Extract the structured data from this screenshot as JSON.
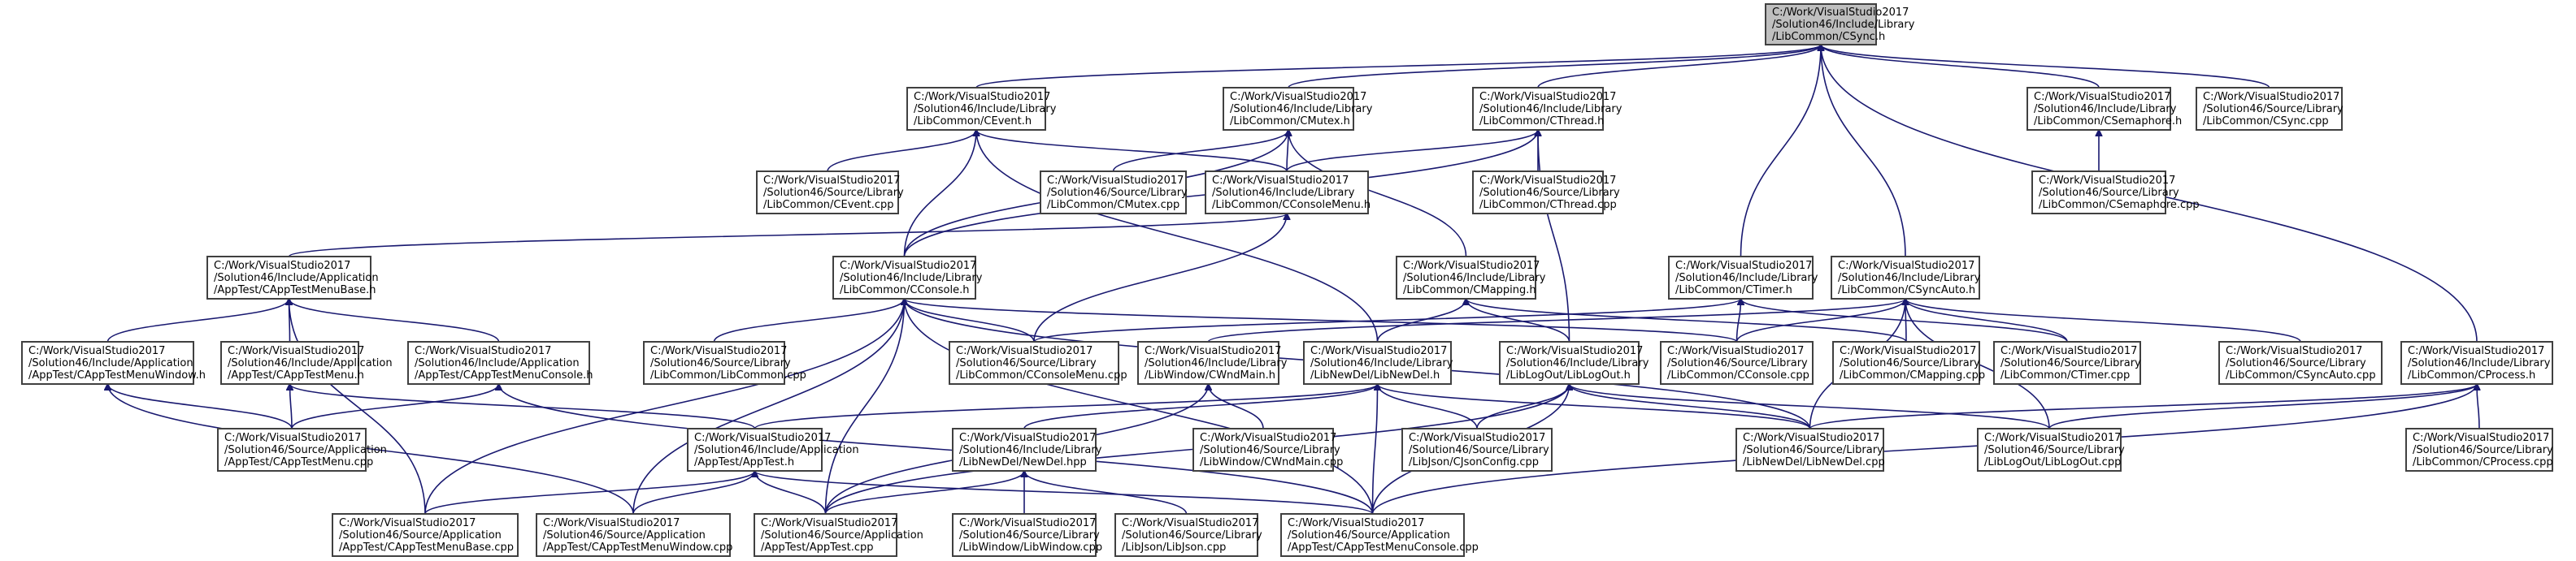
{
  "graph": {
    "nodes": [
      {
        "id": "root",
        "lines": [
          "C:/Work/VisualStudio2017",
          "/Solution46/Include/Library",
          "/LibCommon/CSync.h"
        ],
        "root": true
      },
      {
        "id": "cevent_h",
        "lines": [
          "C:/Work/VisualStudio2017",
          "/Solution46/Include/Library",
          "/LibCommon/CEvent.h"
        ]
      },
      {
        "id": "cmutex_h",
        "lines": [
          "C:/Work/VisualStudio2017",
          "/Solution46/Include/Library",
          "/LibCommon/CMutex.h"
        ]
      },
      {
        "id": "cthread_h",
        "lines": [
          "C:/Work/VisualStudio2017",
          "/Solution46/Include/Library",
          "/LibCommon/CThread.h"
        ]
      },
      {
        "id": "csemaphore_h",
        "lines": [
          "C:/Work/VisualStudio2017",
          "/Solution46/Include/Library",
          "/LibCommon/CSemaphore.h"
        ]
      },
      {
        "id": "csync_cpp",
        "lines": [
          "C:/Work/VisualStudio2017",
          "/Solution46/Source/Library",
          "/LibCommon/CSync.cpp"
        ]
      },
      {
        "id": "cevent_cpp",
        "lines": [
          "C:/Work/VisualStudio2017",
          "/Solution46/Source/Library",
          "/LibCommon/CEvent.cpp"
        ]
      },
      {
        "id": "cmutex_cpp",
        "lines": [
          "C:/Work/VisualStudio2017",
          "/Solution46/Source/Library",
          "/LibCommon/CMutex.cpp"
        ]
      },
      {
        "id": "cconsolemenu_h",
        "lines": [
          "C:/Work/VisualStudio2017",
          "/Solution46/Include/Library",
          "/LibCommon/CConsoleMenu.h"
        ]
      },
      {
        "id": "cthread_cpp",
        "lines": [
          "C:/Work/VisualStudio2017",
          "/Solution46/Source/Library",
          "/LibCommon/CThread.cpp"
        ]
      },
      {
        "id": "csemaphore_cpp",
        "lines": [
          "C:/Work/VisualStudio2017",
          "/Solution46/Source/Library",
          "/LibCommon/CSemaphore.cpp"
        ]
      },
      {
        "id": "capptestmenubase_h",
        "lines": [
          "C:/Work/VisualStudio2017",
          "/Solution46/Include/Application",
          "/AppTest/CAppTestMenuBase.h"
        ]
      },
      {
        "id": "cconsole_h",
        "lines": [
          "C:/Work/VisualStudio2017",
          "/Solution46/Include/Library",
          "/LibCommon/CConsole.h"
        ]
      },
      {
        "id": "cmapping_h",
        "lines": [
          "C:/Work/VisualStudio2017",
          "/Solution46/Include/Library",
          "/LibCommon/CMapping.h"
        ]
      },
      {
        "id": "ctimer_h",
        "lines": [
          "C:/Work/VisualStudio2017",
          "/Solution46/Include/Library",
          "/LibCommon/CTimer.h"
        ]
      },
      {
        "id": "csyncauto_h",
        "lines": [
          "C:/Work/VisualStudio2017",
          "/Solution46/Include/Library",
          "/LibCommon/CSyncAuto.h"
        ]
      },
      {
        "id": "capptestmenuwindow_h",
        "lines": [
          "C:/Work/VisualStudio2017",
          "/Solution46/Include/Application",
          "/AppTest/CAppTestMenuWindow.h"
        ]
      },
      {
        "id": "capptestmenu_h",
        "lines": [
          "C:/Work/VisualStudio2017",
          "/Solution46/Include/Application",
          "/AppTest/CAppTestMenu.h"
        ]
      },
      {
        "id": "capptestmenuconsole_h",
        "lines": [
          "C:/Work/VisualStudio2017",
          "/Solution46/Include/Application",
          "/AppTest/CAppTestMenuConsole.h"
        ]
      },
      {
        "id": "libcommon_cpp",
        "lines": [
          "C:/Work/VisualStudio2017",
          "/Solution46/Source/Library",
          "/LibCommon/LibCommon.cpp"
        ]
      },
      {
        "id": "cconsolemenu_cpp",
        "lines": [
          "C:/Work/VisualStudio2017",
          "/Solution46/Source/Library",
          "/LibCommon/CConsoleMenu.cpp"
        ]
      },
      {
        "id": "cwndmain_h",
        "lines": [
          "C:/Work/VisualStudio2017",
          "/Solution46/Include/Library",
          "/LibWindow/CWndMain.h"
        ]
      },
      {
        "id": "libnewdel_h",
        "lines": [
          "C:/Work/VisualStudio2017",
          "/Solution46/Include/Library",
          "/LibNewDel/LibNewDel.h"
        ]
      },
      {
        "id": "liblogout_h",
        "lines": [
          "C:/Work/VisualStudio2017",
          "/Solution46/Include/Library",
          "/LibLogOut/LibLogOut.h"
        ]
      },
      {
        "id": "cconsole_cpp",
        "lines": [
          "C:/Work/VisualStudio2017",
          "/Solution46/Source/Library",
          "/LibCommon/CConsole.cpp"
        ]
      },
      {
        "id": "cmapping_cpp",
        "lines": [
          "C:/Work/VisualStudio2017",
          "/Solution46/Source/Library",
          "/LibCommon/CMapping.cpp"
        ]
      },
      {
        "id": "ctimer_cpp",
        "lines": [
          "C:/Work/VisualStudio2017",
          "/Solution46/Source/Library",
          "/LibCommon/CTimer.cpp"
        ]
      },
      {
        "id": "csyncauto_cpp",
        "lines": [
          "C:/Work/VisualStudio2017",
          "/Solution46/Source/Library",
          "/LibCommon/CSyncAuto.cpp"
        ]
      },
      {
        "id": "cprocess_h",
        "lines": [
          "C:/Work/VisualStudio2017",
          "/Solution46/Include/Library",
          "/LibCommon/CProcess.h"
        ]
      },
      {
        "id": "capptestmenu_cpp",
        "lines": [
          "C:/Work/VisualStudio2017",
          "/Solution46/Source/Application",
          "/AppTest/CAppTestMenu.cpp"
        ]
      },
      {
        "id": "apptest_h",
        "lines": [
          "C:/Work/VisualStudio2017",
          "/Solution46/Include/Application",
          "/AppTest/AppTest.h"
        ]
      },
      {
        "id": "newdel_hpp",
        "lines": [
          "C:/Work/VisualStudio2017",
          "/Solution46/Include/Library",
          "/LibNewDel/NewDel.hpp"
        ]
      },
      {
        "id": "cwndmain_cpp",
        "lines": [
          "C:/Work/VisualStudio2017",
          "/Solution46/Source/Library",
          "/LibWindow/CWndMain.cpp"
        ]
      },
      {
        "id": "cjsonconfig_cpp",
        "lines": [
          "C:/Work/VisualStudio2017",
          "/Solution46/Source/Library",
          "/LibJson/CJsonConfig.cpp"
        ]
      },
      {
        "id": "libnewdel_cpp",
        "lines": [
          "C:/Work/VisualStudio2017",
          "/Solution46/Source/Library",
          "/LibNewDel/LibNewDel.cpp"
        ]
      },
      {
        "id": "liblogout_cpp",
        "lines": [
          "C:/Work/VisualStudio2017",
          "/Solution46/Source/Library",
          "/LibLogOut/LibLogOut.cpp"
        ]
      },
      {
        "id": "cprocess_cpp",
        "lines": [
          "C:/Work/VisualStudio2017",
          "/Solution46/Source/Library",
          "/LibCommon/CProcess.cpp"
        ]
      },
      {
        "id": "capptestmenubase_cpp",
        "lines": [
          "C:/Work/VisualStudio2017",
          "/Solution46/Source/Application",
          "/AppTest/CAppTestMenuBase.cpp"
        ]
      },
      {
        "id": "capptestmenuwindow_cpp",
        "lines": [
          "C:/Work/VisualStudio2017",
          "/Solution46/Source/Application",
          "/AppTest/CAppTestMenuWindow.cpp"
        ]
      },
      {
        "id": "apptest_cpp",
        "lines": [
          "C:/Work/VisualStudio2017",
          "/Solution46/Source/Application",
          "/AppTest/AppTest.cpp"
        ]
      },
      {
        "id": "libwindow_cpp",
        "lines": [
          "C:/Work/VisualStudio2017",
          "/Solution46/Source/Library",
          "/LibWindow/LibWindow.cpp"
        ]
      },
      {
        "id": "libjson_cpp",
        "lines": [
          "C:/Work/VisualStudio2017",
          "/Solution46/Source/Library",
          "/LibJson/LibJson.cpp"
        ]
      },
      {
        "id": "capptestmenuconsole_cpp",
        "lines": [
          "C:/Work/VisualStudio2017",
          "/Solution46/Source/Application",
          "/AppTest/CAppTestMenuConsole.cpp"
        ]
      }
    ],
    "edges": [
      [
        "cevent_h",
        "root"
      ],
      [
        "cmutex_h",
        "root"
      ],
      [
        "cthread_h",
        "root"
      ],
      [
        "csemaphore_h",
        "root"
      ],
      [
        "csync_cpp",
        "root"
      ],
      [
        "ctimer_h",
        "root"
      ],
      [
        "csyncauto_h",
        "root"
      ],
      [
        "cprocess_h",
        "root"
      ],
      [
        "cevent_cpp",
        "cevent_h"
      ],
      [
        "cconsolemenu_h",
        "cevent_h"
      ],
      [
        "cconsole_h",
        "cevent_h"
      ],
      [
        "libnewdel_h",
        "cevent_h"
      ],
      [
        "cmutex_cpp",
        "cmutex_h"
      ],
      [
        "cconsolemenu_h",
        "cmutex_h"
      ],
      [
        "cconsole_h",
        "cmutex_h"
      ],
      [
        "cmapping_h",
        "cmutex_h"
      ],
      [
        "cthread_cpp",
        "cthread_h"
      ],
      [
        "cconsolemenu_h",
        "cthread_h"
      ],
      [
        "cconsole_h",
        "cthread_h"
      ],
      [
        "liblogout_h",
        "cthread_h"
      ],
      [
        "csemaphore_cpp",
        "csemaphore_h"
      ],
      [
        "capptestmenubase_h",
        "cconsolemenu_h"
      ],
      [
        "cconsolemenu_cpp",
        "cconsolemenu_h"
      ],
      [
        "capptestmenuwindow_h",
        "capptestmenubase_h"
      ],
      [
        "capptestmenu_h",
        "capptestmenubase_h"
      ],
      [
        "capptestmenuconsole_h",
        "capptestmenubase_h"
      ],
      [
        "capptestmenubase_cpp",
        "capptestmenubase_h"
      ],
      [
        "libcommon_cpp",
        "cconsole_h"
      ],
      [
        "cconsolemenu_cpp",
        "cconsole_h"
      ],
      [
        "cconsole_cpp",
        "cconsole_h"
      ],
      [
        "capptestmenubase_cpp",
        "cconsole_h"
      ],
      [
        "capptestmenuwindow_cpp",
        "cconsole_h"
      ],
      [
        "apptest_cpp",
        "cconsole_h"
      ],
      [
        "capptestmenuconsole_cpp",
        "cconsole_h"
      ],
      [
        "libnewdel_cpp",
        "cconsole_h"
      ],
      [
        "cmapping_cpp",
        "cmapping_h"
      ],
      [
        "libnewdel_h",
        "cmapping_h"
      ],
      [
        "liblogout_h",
        "cmapping_h"
      ],
      [
        "cconsole_cpp",
        "ctimer_h"
      ],
      [
        "ctimer_cpp",
        "ctimer_h"
      ],
      [
        "cconsolemenu_cpp",
        "ctimer_h"
      ],
      [
        "csyncauto_cpp",
        "csyncauto_h"
      ],
      [
        "cmapping_cpp",
        "csyncauto_h"
      ],
      [
        "ctimer_cpp",
        "csyncauto_h"
      ],
      [
        "cconsole_cpp",
        "csyncauto_h"
      ],
      [
        "libnewdel_cpp",
        "csyncauto_h"
      ],
      [
        "liblogout_cpp",
        "csyncauto_h"
      ],
      [
        "cwndmain_h",
        "csyncauto_h"
      ],
      [
        "libnewdel_cpp",
        "cprocess_h"
      ],
      [
        "liblogout_cpp",
        "cprocess_h"
      ],
      [
        "cprocess_cpp",
        "cprocess_h"
      ],
      [
        "capptestmenuconsole_cpp",
        "cprocess_h"
      ],
      [
        "capptestmenu_cpp",
        "capptestmenuwindow_h"
      ],
      [
        "capptestmenuwindow_cpp",
        "capptestmenuwindow_h"
      ],
      [
        "capptestmenu_cpp",
        "capptestmenu_h"
      ],
      [
        "apptest_h",
        "capptestmenu_h"
      ],
      [
        "capptestmenu_cpp",
        "capptestmenuconsole_h"
      ],
      [
        "capptestmenuconsole_cpp",
        "capptestmenuconsole_h"
      ],
      [
        "cwndmain_cpp",
        "cwndmain_h"
      ],
      [
        "apptest_cpp",
        "cwndmain_h"
      ],
      [
        "apptest_h",
        "libnewdel_h"
      ],
      [
        "newdel_hpp",
        "libnewdel_h"
      ],
      [
        "libnewdel_cpp",
        "libnewdel_h"
      ],
      [
        "capptestmenuconsole_cpp",
        "libnewdel_h"
      ],
      [
        "cjsonconfig_cpp",
        "libnewdel_h"
      ],
      [
        "cjsonconfig_cpp",
        "liblogout_h"
      ],
      [
        "liblogout_cpp",
        "liblogout_h"
      ],
      [
        "apptest_cpp",
        "liblogout_h"
      ],
      [
        "capptestmenuconsole_cpp",
        "liblogout_h"
      ],
      [
        "libnewdel_cpp",
        "liblogout_h"
      ],
      [
        "capptestmenubase_cpp",
        "apptest_h"
      ],
      [
        "capptestmenuwindow_cpp",
        "apptest_h"
      ],
      [
        "apptest_cpp",
        "apptest_h"
      ],
      [
        "capptestmenuconsole_cpp",
        "apptest_h"
      ],
      [
        "apptest_cpp",
        "newdel_hpp"
      ],
      [
        "libwindow_cpp",
        "newdel_hpp"
      ],
      [
        "libjson_cpp",
        "newdel_hpp"
      ]
    ]
  }
}
